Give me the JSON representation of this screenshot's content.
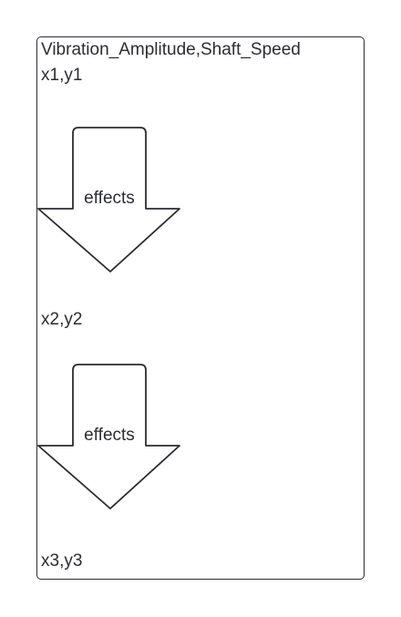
{
  "diagram": {
    "title": "Vibration_Amplitude,Shaft_Speed",
    "nodes": [
      {
        "label": "x1,y1"
      },
      {
        "label": "x2,y2"
      },
      {
        "label": "x3,y3"
      }
    ],
    "edges": [
      {
        "from": "x1,y1",
        "to": "x2,y2",
        "label": "effects"
      },
      {
        "from": "x2,y2",
        "to": "x3,y3",
        "label": "effects"
      }
    ],
    "colors": {
      "stroke": "#2b2d33",
      "background": "#ffffff"
    }
  }
}
